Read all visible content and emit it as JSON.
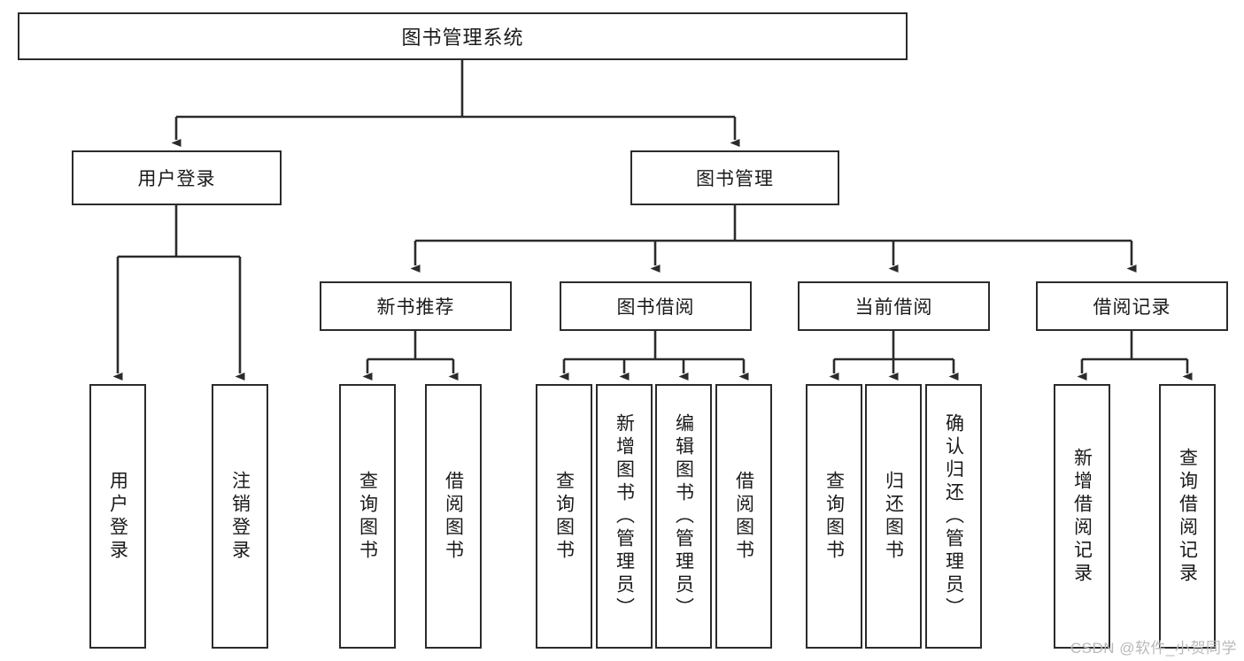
{
  "diagram": {
    "title": "图书管理系统",
    "type": "tree",
    "levels": {
      "root": {
        "label": "图书管理系统"
      },
      "level2": [
        {
          "id": "user-login",
          "label": "用户登录"
        },
        {
          "id": "book-management",
          "label": "图书管理"
        }
      ],
      "level3": [
        {
          "id": "new-book-recommend",
          "label": "新书推荐",
          "parent": "book-management"
        },
        {
          "id": "book-borrow",
          "label": "图书借阅",
          "parent": "book-management"
        },
        {
          "id": "current-borrow",
          "label": "当前借阅",
          "parent": "book-management"
        },
        {
          "id": "borrow-record",
          "label": "借阅记录",
          "parent": "book-management"
        }
      ],
      "leaves": [
        {
          "id": "leaf-user-login",
          "label": "用户登录",
          "parent": "user-login"
        },
        {
          "id": "leaf-logout",
          "label": "注销登录",
          "parent": "user-login"
        },
        {
          "id": "leaf-query-book-1",
          "label": "查询图书",
          "parent": "new-book-recommend"
        },
        {
          "id": "leaf-borrow-book-1",
          "label": "借阅图书",
          "parent": "new-book-recommend"
        },
        {
          "id": "leaf-query-book-2",
          "label": "查询图书",
          "parent": "book-borrow"
        },
        {
          "id": "leaf-add-book",
          "label": "新增图书（管理员）",
          "parent": "book-borrow"
        },
        {
          "id": "leaf-edit-book",
          "label": "编辑图书（管理员）",
          "parent": "book-borrow"
        },
        {
          "id": "leaf-borrow-book-2",
          "label": "借阅图书",
          "parent": "book-borrow"
        },
        {
          "id": "leaf-query-book-3",
          "label": "查询图书",
          "parent": "current-borrow"
        },
        {
          "id": "leaf-return-book",
          "label": "归还图书",
          "parent": "current-borrow"
        },
        {
          "id": "leaf-confirm-return",
          "label": "确认归还（管理员）",
          "parent": "current-borrow"
        },
        {
          "id": "leaf-add-record",
          "label": "新增借阅记录",
          "parent": "borrow-record"
        },
        {
          "id": "leaf-query-record",
          "label": "查询借阅记录",
          "parent": "borrow-record"
        }
      ]
    },
    "colors": {
      "stroke": "#2b2b2b",
      "fill": "#ffffff",
      "text": "#1a1a1a",
      "watermark": "#b9b9b9"
    }
  },
  "watermark": {
    "text": "CSDN @软件_小贺同学"
  }
}
